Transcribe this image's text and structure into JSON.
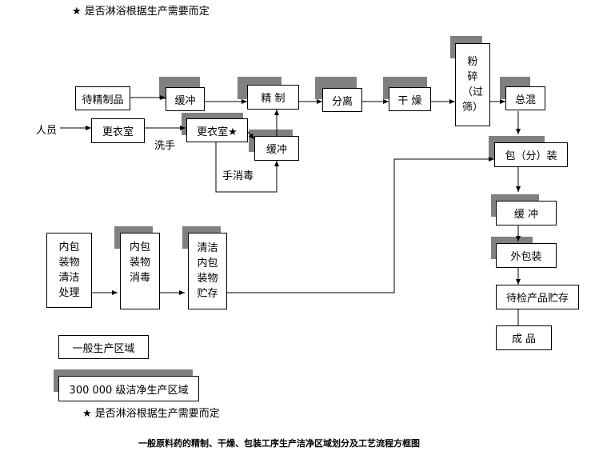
{
  "top_note": "★  是否淋浴根据生产需要而定",
  "bottom_note": "★  是否淋浴根据生产需要而定",
  "caption": "一般原料药的精制、干燥、包装工序生产洁净区域划分及工艺流程方框图",
  "nodes": {
    "dai_jing_zhi": "待精制品",
    "huan_chong_1": "缓冲",
    "jing_zhi": "精  制",
    "fen_li": "分离",
    "gan_zao": "干  燥",
    "fen_sui": [
      "粉",
      "碎",
      "（过",
      "筛）"
    ],
    "zong_hun": "总混",
    "ren_yuan": "人员",
    "geng_yi_1": "更衣室",
    "xi_shou": "洗手",
    "geng_yi_2": "更衣室★",
    "huan_chong_2": "缓冲",
    "shou_xiao_du": "手消毒",
    "bao_zhuang": "包（分）装",
    "huan_chong_3": "缓  冲",
    "wai_bao_zhuang": "外包装",
    "dai_jian": "待检产品贮存",
    "cheng_pin": "成    品",
    "nei_bao_qing_jie": [
      "内包",
      "装物",
      "清洁",
      "处理"
    ],
    "nei_bao_xiao_du": [
      "内包",
      "装物",
      "消毒"
    ],
    "nei_bao_zhu_cun": [
      "清洁",
      "内包",
      "装物",
      "贮存"
    ]
  },
  "legend": {
    "general": "一般生产区域",
    "clean": "300 000 级洁净生产区域"
  }
}
